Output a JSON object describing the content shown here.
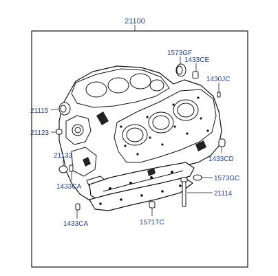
{
  "diagram": {
    "assembly_label": "21100",
    "callouts": [
      {
        "id": "c-1573gf",
        "text": "1573GF"
      },
      {
        "id": "c-1433ce",
        "text": "1433CE"
      },
      {
        "id": "c-1430jc",
        "text": "1430JC"
      },
      {
        "id": "c-21115",
        "text": "21115"
      },
      {
        "id": "c-21123",
        "text": "21123"
      },
      {
        "id": "c-21133",
        "text": "21133"
      },
      {
        "id": "c-1433cd",
        "text": "1433CD"
      },
      {
        "id": "c-1573gc",
        "text": "1573GC"
      },
      {
        "id": "c-1433ca-1",
        "text": "1433CA"
      },
      {
        "id": "c-21114",
        "text": "21114"
      },
      {
        "id": "c-1433ca-2",
        "text": "1433CA"
      },
      {
        "id": "c-1571tc",
        "text": "1571TC"
      }
    ],
    "colors": {
      "label": "#1a3fa0",
      "line": "#1c1c1c",
      "background": "#ffffff"
    }
  }
}
